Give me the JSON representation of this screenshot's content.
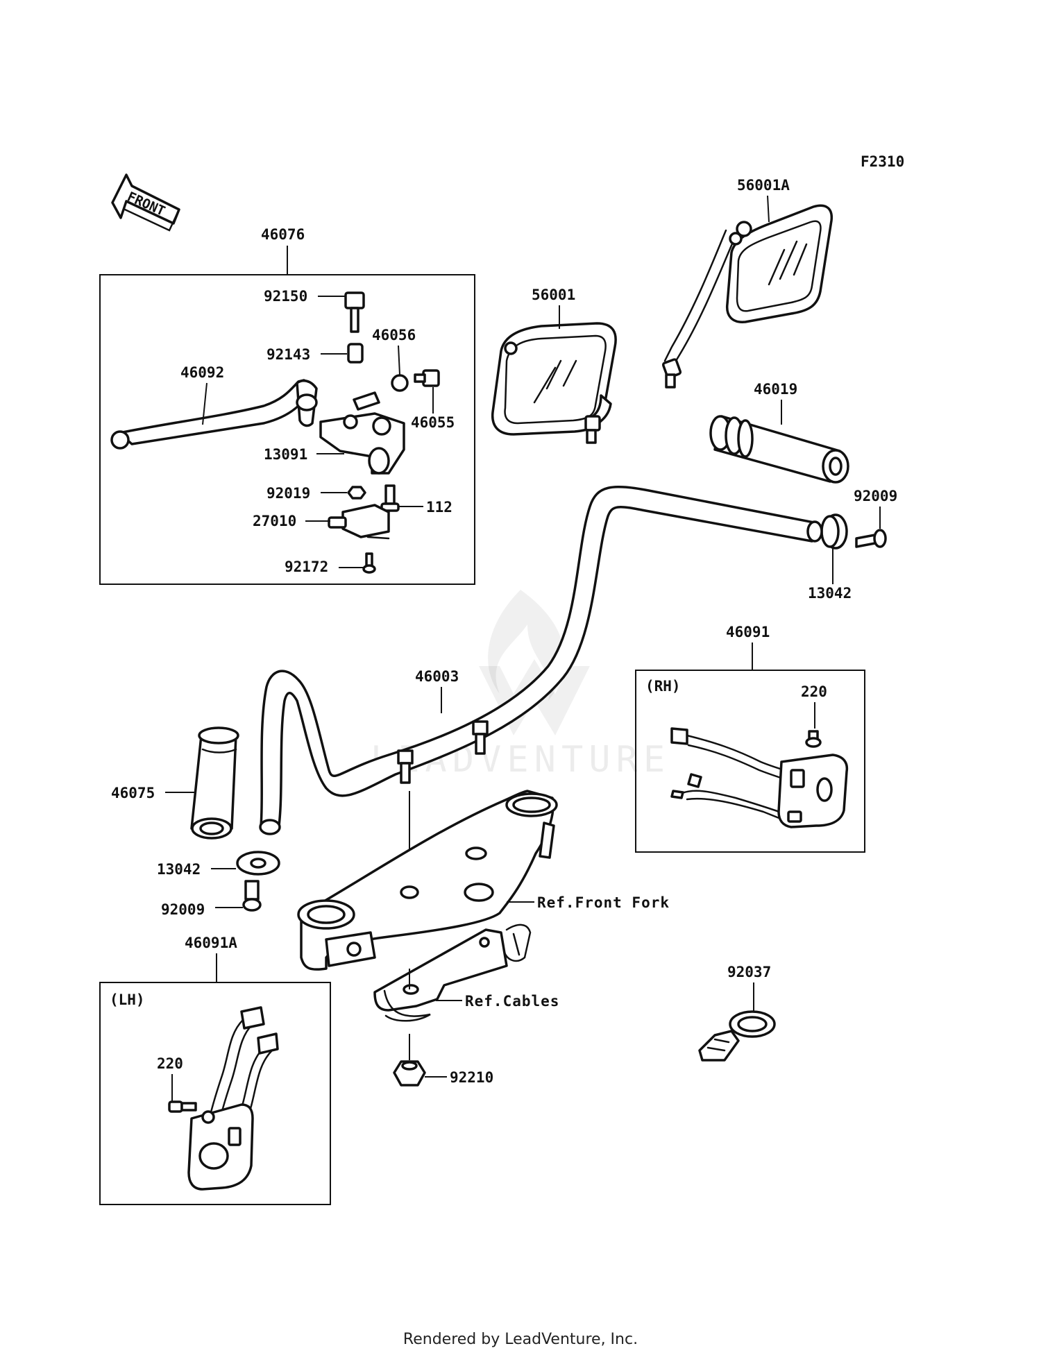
{
  "diagram_code": "F2310",
  "front_arrow_label": "FRONT",
  "watermark_text": "LEADVENTURE",
  "groups": {
    "lever_assembly": "46076",
    "rh_switch": "46091",
    "rh_tag": "(RH)",
    "lh_switch": "46091A",
    "lh_tag": "(LH)"
  },
  "parts": {
    "p92150": "92150",
    "p92143": "92143",
    "p46056": "46056",
    "p46055": "46055",
    "p46092": "46092",
    "p13091": "13091",
    "p92019": "92019",
    "p112": "112",
    "p27010": "27010",
    "p92172": "92172",
    "p56001": "56001",
    "p56001A": "56001A",
    "p46019": "46019",
    "p92009_r": "92009",
    "p13042_r": "13042",
    "p220_rh": "220",
    "p46003": "46003",
    "p46075": "46075",
    "p13042_l": "13042",
    "p92009_l": "92009",
    "p220_lh": "220",
    "p92037": "92037",
    "p92210": "92210"
  },
  "references": {
    "front_fork": "Ref.Front Fork",
    "cables": "Ref.Cables"
  },
  "footer": "Rendered by LeadVenture, Inc."
}
